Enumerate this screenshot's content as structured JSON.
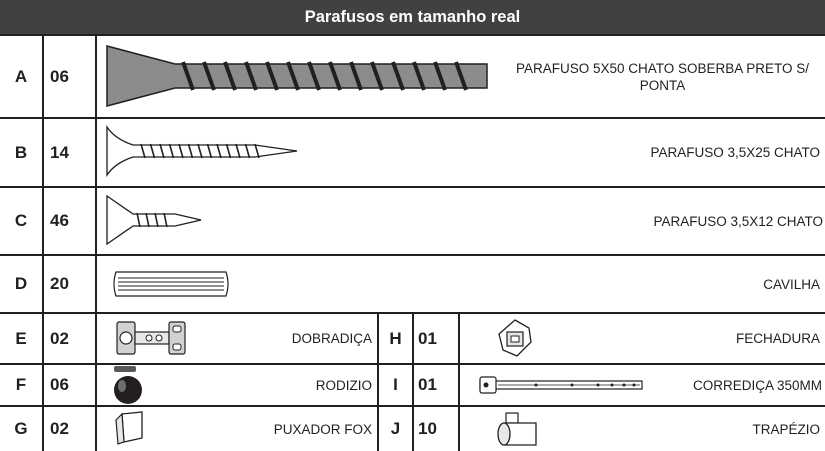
{
  "title": "Parafusos em tamanho real",
  "colors": {
    "header_bg": "#414042",
    "ink": "#231f20",
    "screw_fill": "#8a8c8e"
  },
  "rows_full": [
    {
      "letter": "A",
      "qty": "06",
      "description": "PARAFUSO 5X50 CHATO SOBERBA PRETO S/ PONTA",
      "icon": "wood-screw-icon"
    },
    {
      "letter": "B",
      "qty": "14",
      "description": "PARAFUSO 3,5X25 CHATO",
      "icon": "long-screw-icon"
    },
    {
      "letter": "C",
      "qty": "46",
      "description": "PARAFUSO 3,5X12 CHATO",
      "icon": "short-screw-icon"
    },
    {
      "letter": "D",
      "qty": "20",
      "description": "CAVILHA",
      "icon": "dowel-icon"
    }
  ],
  "rows_split": [
    {
      "left": {
        "letter": "E",
        "qty": "02",
        "description": "DOBRADIÇA",
        "icon": "hinge-icon"
      },
      "right": {
        "letter": "H",
        "qty": "01",
        "description": "FECHADURA",
        "icon": "lock-icon"
      }
    },
    {
      "left": {
        "letter": "F",
        "qty": "06",
        "description": "RODIZIO",
        "icon": "caster-wheel-icon"
      },
      "right": {
        "letter": "I",
        "qty": "01",
        "description": "CORREDIÇA 350MM",
        "icon": "drawer-slide-icon"
      }
    },
    {
      "left": {
        "letter": "G",
        "qty": "02",
        "description": "PUXADOR FOX",
        "icon": "handle-icon"
      },
      "right": {
        "letter": "J",
        "qty": "10",
        "description": "TRAPÉZIO",
        "icon": "trapeze-icon"
      }
    }
  ]
}
